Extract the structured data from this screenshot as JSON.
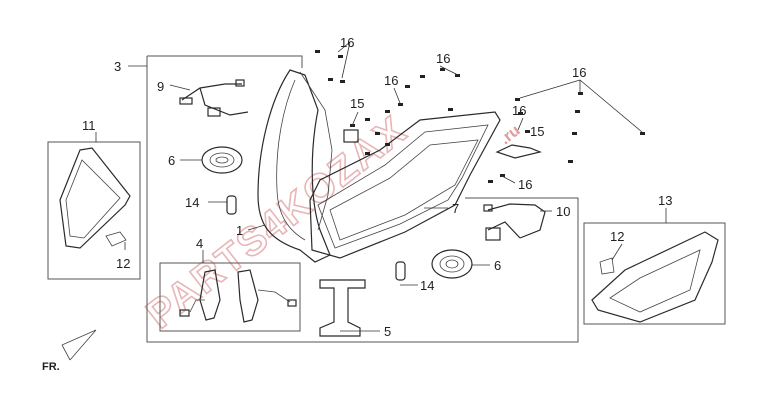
{
  "diagram": {
    "watermark": "PARTS4KOZAX",
    "watermark_suffix": ".ru",
    "front_label": "FR.",
    "callouts": {
      "c1": "1",
      "c3": "3",
      "c4": "4",
      "c5": "5",
      "c6a": "6",
      "c6b": "6",
      "c7": "7",
      "c9": "9",
      "c10": "10",
      "c11": "11",
      "c12a": "12",
      "c12b": "12",
      "c13": "13",
      "c14a": "14",
      "c14b": "14",
      "c15a": "15",
      "c15b": "15",
      "c16a": "16",
      "c16b": "16",
      "c16c": "16",
      "c16d": "16",
      "c16e": "16",
      "c16f": "16"
    }
  }
}
